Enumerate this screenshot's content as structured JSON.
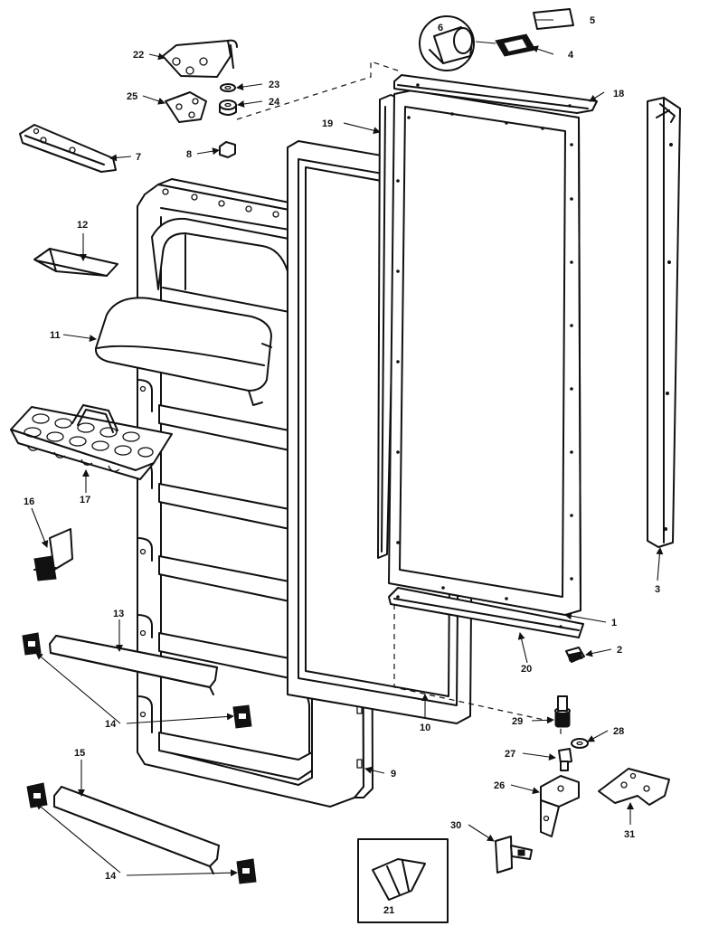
{
  "callouts": {
    "c1": "1",
    "c2": "2",
    "c3": "3",
    "c4": "4",
    "c5": "5",
    "c6": "6",
    "c7": "7",
    "c8": "8",
    "c9": "9",
    "c10": "10",
    "c11": "11",
    "c12": "12",
    "c13": "13",
    "c14a": "14",
    "c14b": "14",
    "c15": "15",
    "c16": "16",
    "c17": "17",
    "c18": "18",
    "c19": "19",
    "c20": "20",
    "c21": "21",
    "c22": "22",
    "c23": "23",
    "c24": "24",
    "c25": "25",
    "c26": "26",
    "c27": "27",
    "c28": "28",
    "c29": "29",
    "c30": "30",
    "c31": "31"
  },
  "colors": {
    "ink": "#111111",
    "paper": "#ffffff"
  }
}
